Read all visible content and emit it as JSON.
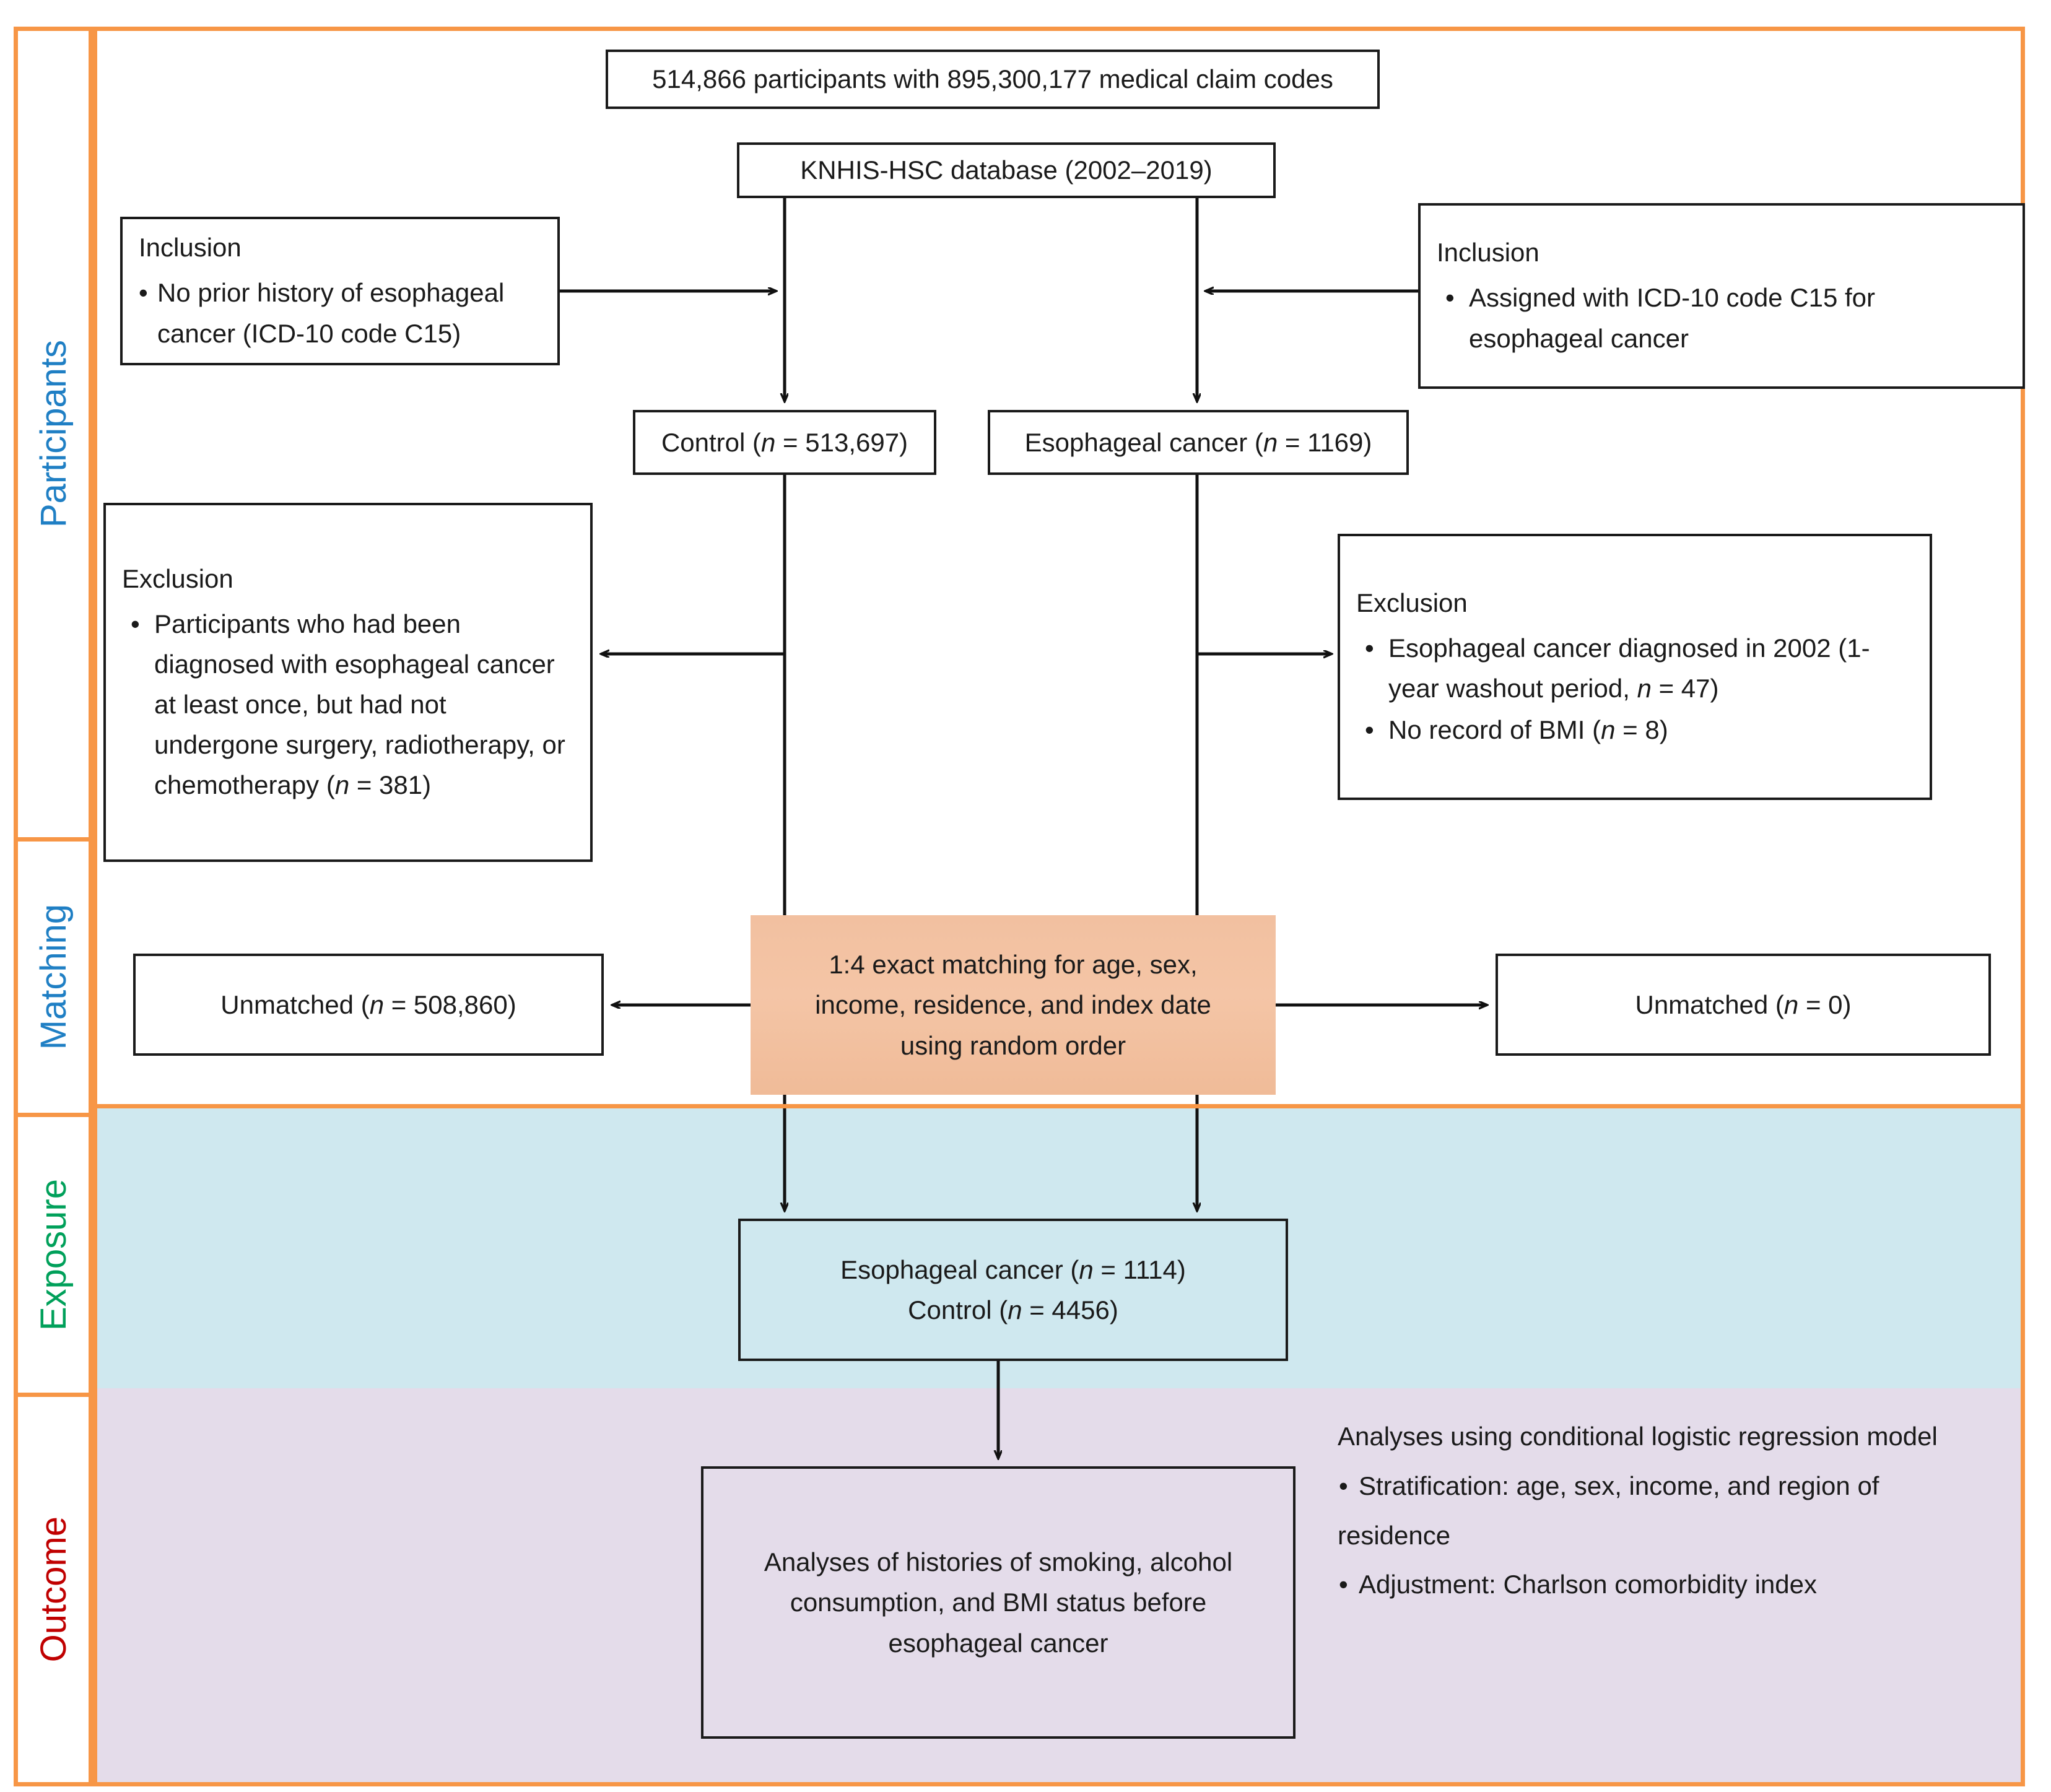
{
  "figure": {
    "title": "Study flow diagram: KNHIS-HSC esophageal cancer nested case-control study",
    "colors": {
      "frame_orange": "#f79646",
      "participants_label": "#1f7fc4",
      "matching_label": "#1f7fc4",
      "exposure_label": "#00a05a",
      "outcome_label": "#c00000",
      "exposure_band": "#cfe8ef",
      "outcome_band": "#e4dcea",
      "matching_box": "#f2c0a0"
    }
  },
  "sidebar": {
    "sections": [
      {
        "label": "Participants",
        "color": "#1f7fc4"
      },
      {
        "label": "Matching",
        "color": "#1f7fc4"
      },
      {
        "label": "Exposure",
        "color": "#00a05a"
      },
      {
        "label": "Outcome",
        "color": "#c00000"
      }
    ]
  },
  "nodes": {
    "participants": {
      "text": "514,866 participants with 895,300,177 medical claim codes"
    },
    "database": {
      "text": "KNHIS-HSC database (2002–2019)"
    },
    "inclusion_left": {
      "heading": "Inclusion",
      "bullets": [
        "No prior history of esophageal cancer (ICD-10 code C15)"
      ]
    },
    "inclusion_right": {
      "heading": "Inclusion",
      "bullets": [
        "Assigned with ICD-10 code C15 for esophageal cancer"
      ]
    },
    "control": {
      "label": "Control (",
      "n_italic": "n",
      "value": " = 513,697)"
    },
    "esophageal_cancer": {
      "label": "Esophageal cancer (",
      "n_italic": "n",
      "value": " = 1169)"
    },
    "exclusion_left": {
      "heading": "Exclusion",
      "bullets": [
        "Participants who had been diagnosed with esophageal cancer at least once, but had not undergone surgery, radiotherapy, or chemotherapy (n = 381)"
      ]
    },
    "exclusion_right": {
      "heading": "Exclusion",
      "bullets": [
        "Esophageal cancer diagnosed in 2002 (1-year washout period, n = 47)",
        "No record of BMI (n = 8)"
      ]
    },
    "matching": {
      "lines": [
        "1:4 exact matching for age, sex,",
        "income, residence, and index date",
        "using random order"
      ]
    },
    "unmatched_left": {
      "label": "Unmatched (",
      "n_italic": "n",
      "value": " = 508,860)"
    },
    "unmatched_right": {
      "label": "Unmatched (",
      "n_italic": "n",
      "value": " = 0)"
    },
    "exposure_box": {
      "line1_label": "Esophageal cancer (",
      "line1_n": "n",
      "line1_value": " = 1114)",
      "line2_label": "Control (",
      "line2_n": "n",
      "line2_value": " = 4456)"
    },
    "outcome_box": {
      "lines": [
        "Analyses of histories of smoking, alcohol",
        "consumption, and BMI status before",
        "esophageal cancer"
      ]
    },
    "outcome_notes": {
      "heading": "Analyses using conditional logistic regression model",
      "bullets": [
        "Stratification: age, sex, income, and region of",
        "Adjustment: Charlson comorbidity index"
      ],
      "continuation": "residence"
    }
  }
}
